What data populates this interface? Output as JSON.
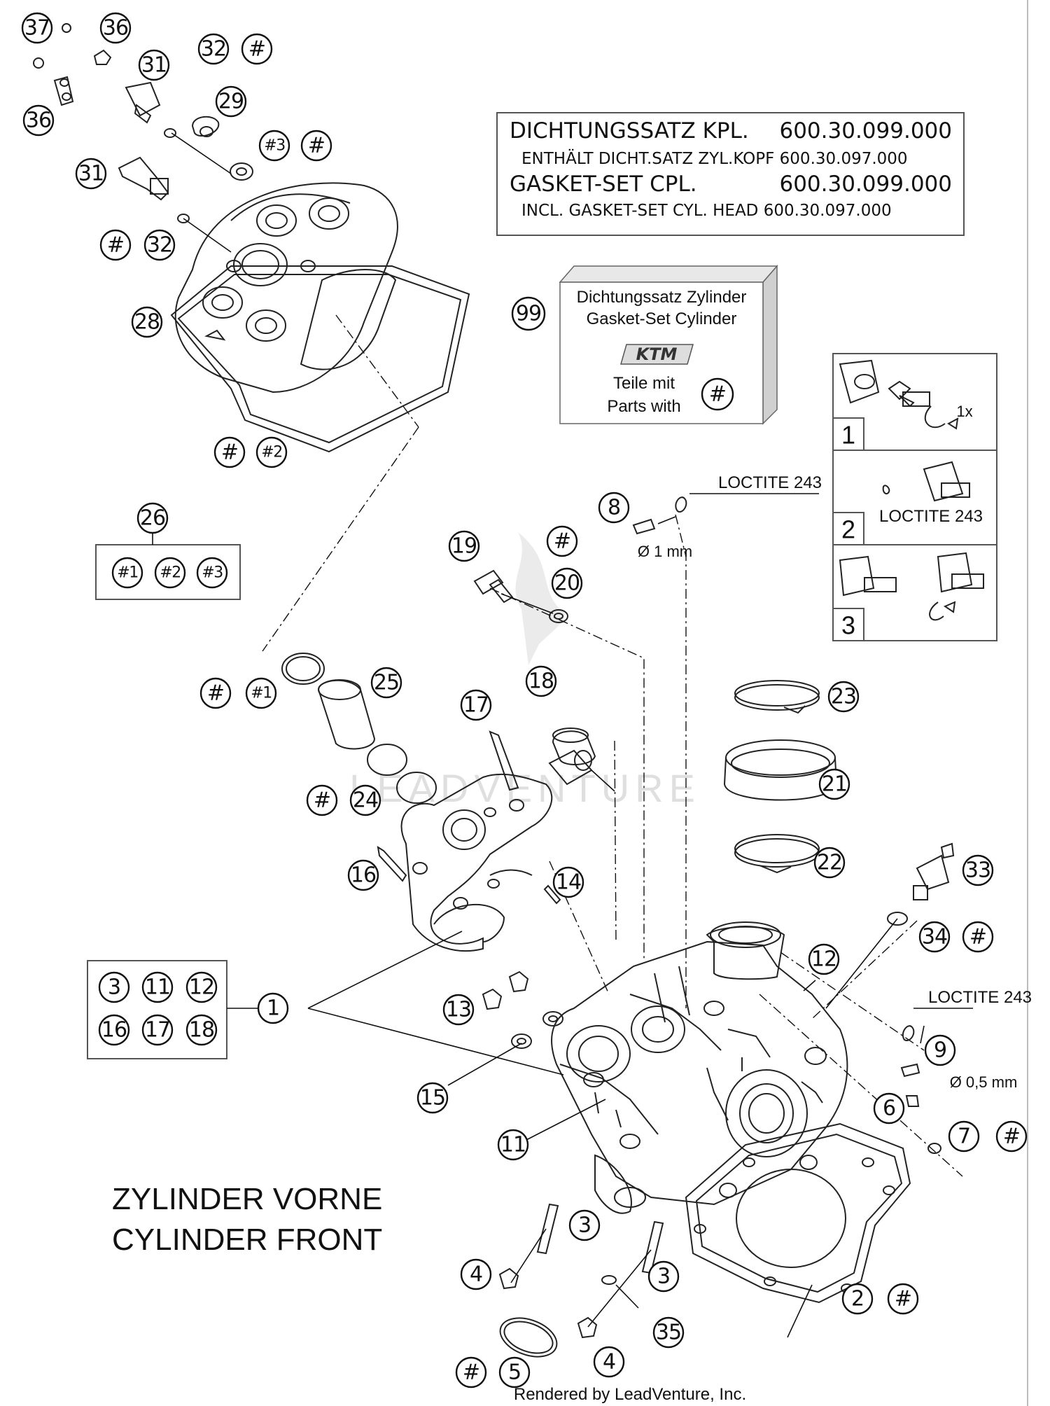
{
  "gasket_box": {
    "line1_label": "DICHTUNGSSATZ KPL.",
    "line1_number": "600.30.099.000",
    "line2": "ENTHÄLT DICHT.SATZ ZYL.KOPF 600.30.097.000",
    "line3_label": "GASKET-SET CPL.",
    "line3_number": "600.30.099.000",
    "line4": "INCL. GASKET-SET CYL. HEAD 600.30.097.000"
  },
  "kit_box": {
    "callout": "99",
    "line1": "Dichtungssatz Zylinder",
    "line2": "Gasket-Set Cylinder",
    "logo_text": "KTM",
    "line3": "Teile mit",
    "line4": "Parts with",
    "marker": "#"
  },
  "steps": [
    {
      "number": "1",
      "text": "",
      "annotation": "1x"
    },
    {
      "number": "2",
      "text": "LOCTITE 243",
      "annotation": ""
    },
    {
      "number": "3",
      "text": "",
      "annotation": ""
    }
  ],
  "loctite_labels": {
    "part8": "LOCTITE 243",
    "part8_diameter": "Ø 1 mm",
    "part9": "LOCTITE 243",
    "part9_diameter": "Ø 0,5 mm"
  },
  "title": {
    "line1": "ZYLINDER VORNE",
    "line2": "CYLINDER FRONT"
  },
  "footer": "Rendered by LeadVenture, Inc.",
  "watermark": "LEADVENTURE",
  "callouts": [
    "37",
    "36",
    "36",
    "31",
    "32",
    "#",
    "29",
    "#3",
    "#",
    "31",
    "#",
    "32",
    "28",
    "#",
    "#2",
    "26",
    "#1",
    "#2",
    "#3",
    "8",
    "19",
    "#",
    "20",
    "25",
    "#",
    "#1",
    "18",
    "17",
    "23",
    "21",
    "#",
    "24",
    "22",
    "16",
    "14",
    "33",
    "34",
    "#",
    "12",
    "3",
    "11",
    "12",
    "16",
    "17",
    "18",
    "1",
    "13",
    "15",
    "9",
    "11",
    "6",
    "7",
    "#",
    "3",
    "4",
    "3",
    "2",
    "#",
    "35",
    "#",
    "5",
    "4"
  ]
}
